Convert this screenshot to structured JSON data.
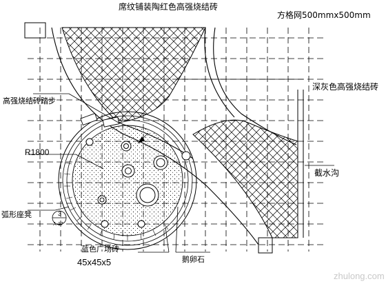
{
  "labels": {
    "paving_red": "席纹铺装陶红色高强烧结砖",
    "grid_note": "方格网500mmx500mm",
    "paving_grey": "深灰色高强烧结砖",
    "stepping_stone": "高强烧结砖踏步",
    "radius": "R1800",
    "drain": "截水沟",
    "arc_seat": "弧形座凳",
    "detail_ref_top": "3",
    "detail_ref_bottom": "A-17",
    "tile": "蓝色广场砖",
    "tile_size": "45x45x5",
    "pebble": "鹅卵石"
  },
  "watermark": "zhulong.com",
  "colors": {
    "line": "#000000",
    "background": "#ffffff",
    "watermark": "#c8c8c8"
  }
}
